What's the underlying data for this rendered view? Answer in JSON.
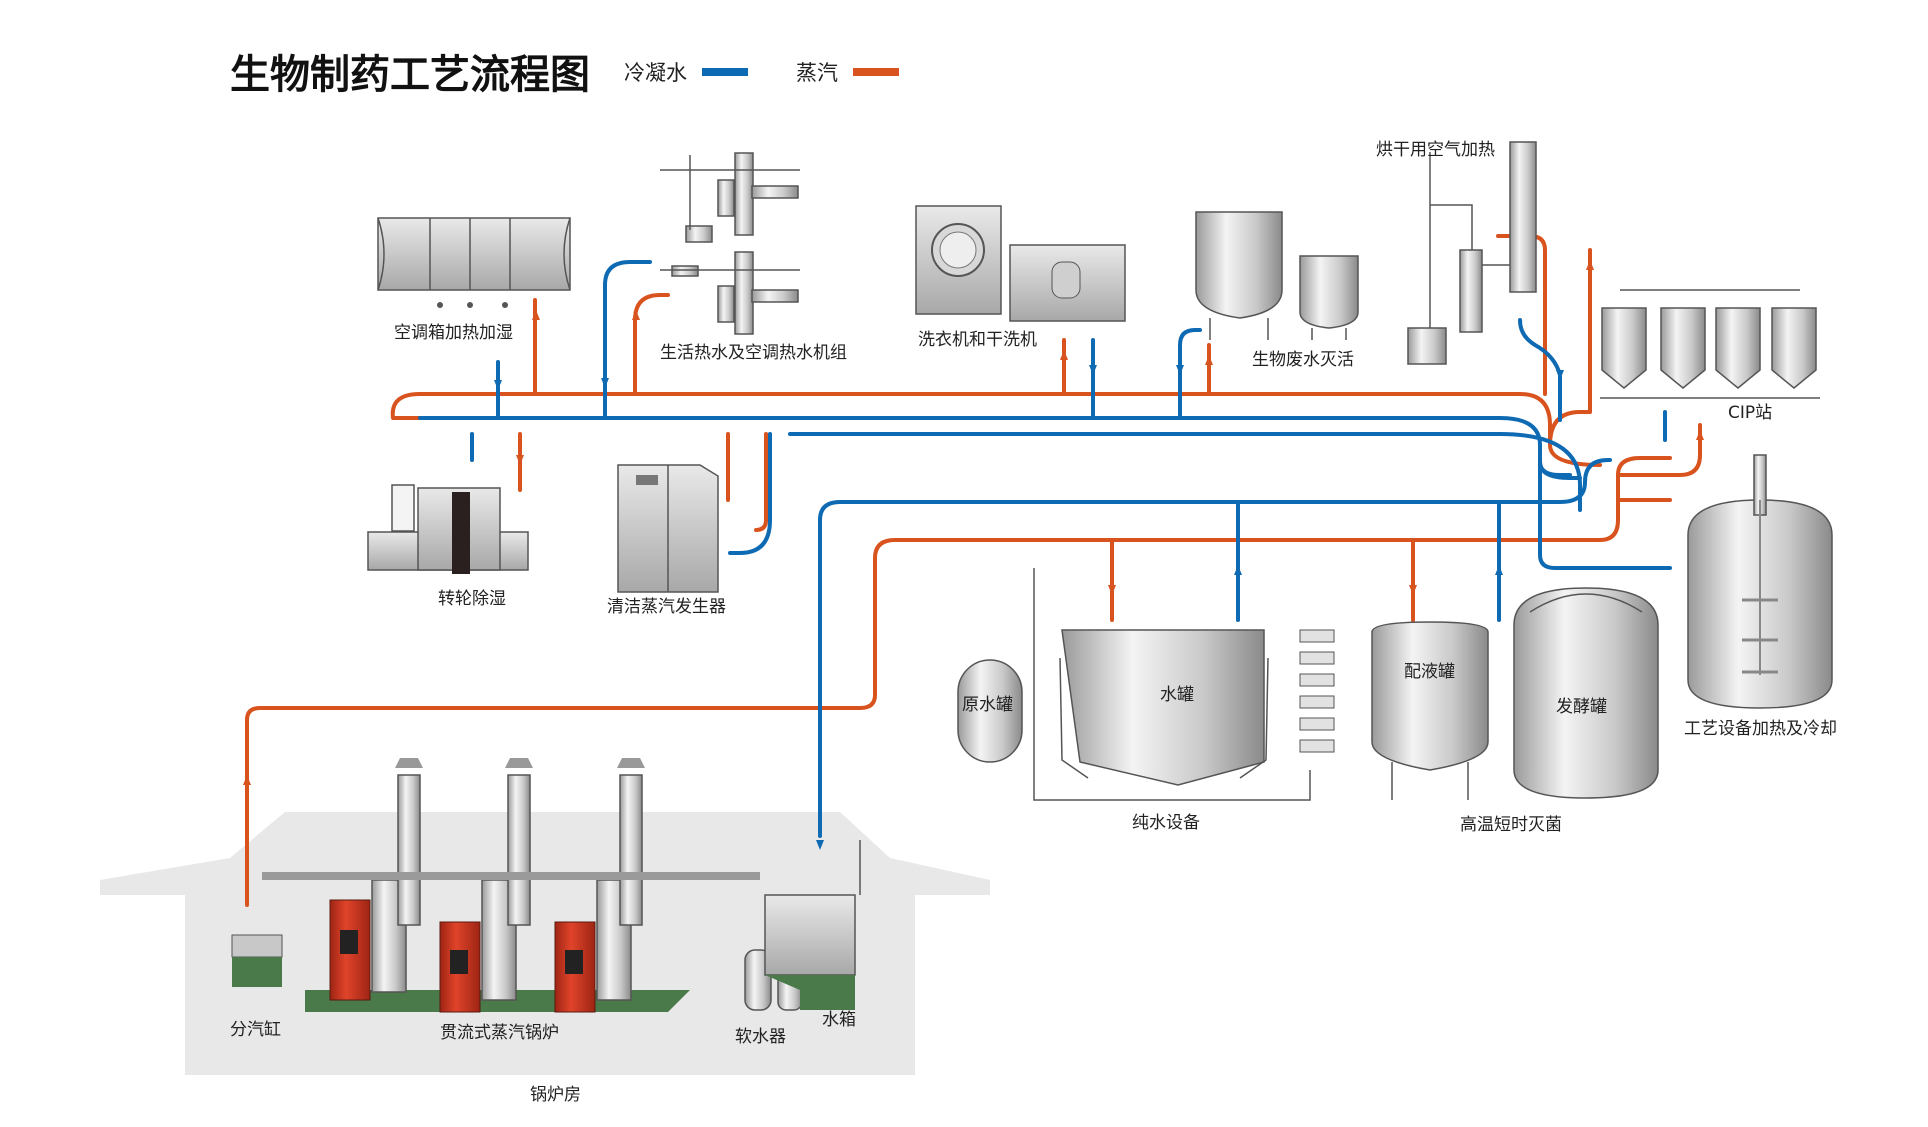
{
  "title": "生物制药工艺流程图",
  "legend": [
    {
      "label": "冷凝水",
      "color": "#0f6ab4"
    },
    {
      "label": "蒸汽",
      "color": "#d9531e"
    }
  ],
  "colors": {
    "steam": "#d9531e",
    "condensate": "#0f6ab4",
    "equipment_metal": "#bfbfbf",
    "boiler_red": "#c8321e",
    "base_green": "#4a7a4a",
    "boiler_room_bg": "#e8e8e8"
  },
  "labels": {
    "ahu": "空调箱加热加湿",
    "hot_water": "生活热水及空调热水机组",
    "laundry": "洗衣机和干洗机",
    "waste_water": "生物废水灭活",
    "dry_air": "烘干用空气加热",
    "cip": "CIP站",
    "rotor_dehumid": "转轮除湿",
    "clean_steam": "清洁蒸汽发生器",
    "raw_tank": "原水罐",
    "water_tank": "水罐",
    "pure_water": "纯水设备",
    "mix_tank": "配液罐",
    "ferment_tank": "发酵罐",
    "htst": "高温短时灭菌",
    "process_equip": "工艺设备加热及冷却",
    "header": "分汽缸",
    "boiler": "贯流式蒸汽锅炉",
    "softener": "软水器",
    "water_box": "水箱",
    "boiler_room": "锅炉房"
  },
  "icons": [
    "steam-flow-arrow-icon",
    "condensate-flow-arrow-icon"
  ]
}
